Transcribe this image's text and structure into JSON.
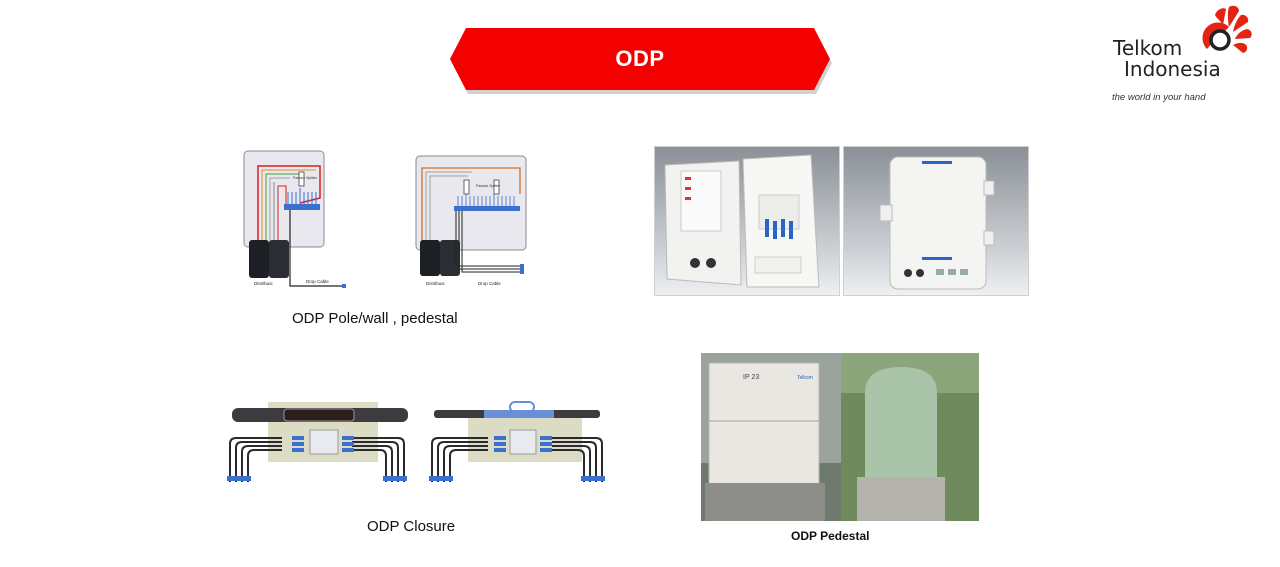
{
  "header": {
    "title": "ODP"
  },
  "logo": {
    "line1": "Telkom",
    "line2": "Indonesia",
    "tagline": "the world in your hand"
  },
  "diagrams": {
    "pole_left": {
      "label_distribusi": "Distribusi",
      "label_drop": "Drop Cable",
      "label_splitter": "Passive Splitter"
    },
    "pole_right": {
      "label_distribusi": "Distribusi",
      "label_drop": "Drop Cable",
      "label_splitter": "Passive Splitter"
    }
  },
  "captions": {
    "pole_wall": "ODP Pole/wall , pedestal",
    "closure": "ODP Closure",
    "pedestal": "ODP Pedestal"
  },
  "photos": {
    "pedestal_box_label": "IP 23",
    "pedestal_box_brand": "Telkom"
  },
  "colors": {
    "banner": "#f40000",
    "logo_accent": "#e42313"
  }
}
